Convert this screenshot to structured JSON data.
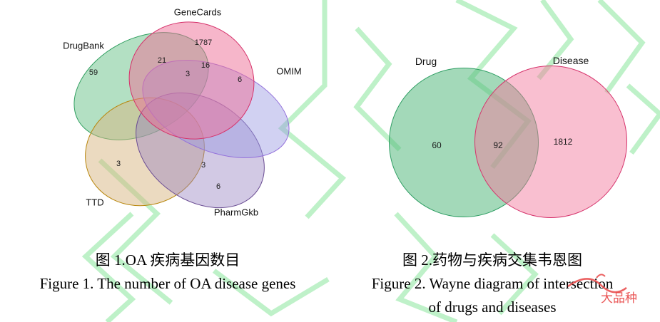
{
  "figure1": {
    "set_labels": {
      "genecards": "GeneCards",
      "drugbank": "DrugBank",
      "omim": "OMIM",
      "ttd": "TTD",
      "pharmgkb": "PharmGkb"
    },
    "values": {
      "drugbank_only": "59",
      "drugbank_genecards": "21",
      "genecards_only": "1787",
      "genecards_omim": "16",
      "center_top": "3",
      "omim_only": "6",
      "ttd_only": "3",
      "center_bottom": "3",
      "pharmgkb_only": "6"
    },
    "caption_zh": "图 1.OA 疾病基因数目",
    "caption_en": "Figure 1. The number of OA disease genes"
  },
  "figure2": {
    "set_labels": {
      "drug": "Drug",
      "disease": "Disease"
    },
    "values": {
      "drug_only": "60",
      "intersection": "92",
      "disease_only": "1812"
    },
    "caption_zh": "图 2.药物与疾病交集韦恩图",
    "caption_en_line1": "Figure 2. Wayne diagram of intersection",
    "caption_en_line2": "of drugs and diseases"
  },
  "watermark": {
    "pattern_color": "#8ae69c",
    "brand_text": "大品种",
    "brand_color": "#e84545"
  },
  "chart_data": [
    {
      "type": "venn",
      "title": "图 1.OA 疾病基因数目 / Figure 1. The number of OA disease genes",
      "sets": [
        "DrugBank",
        "GeneCards",
        "OMIM",
        "TTD",
        "PharmGkb"
      ],
      "set_colors": {
        "DrugBank": "#2f9e5f",
        "GeneCards": "#d6336c",
        "OMIM": "#9370db",
        "TTD": "#b8860b",
        "PharmGkb": "#6a4c93"
      },
      "regions": [
        {
          "sets": [
            "DrugBank"
          ],
          "value": 59
        },
        {
          "sets": [
            "GeneCards"
          ],
          "value": 1787
        },
        {
          "sets": [
            "OMIM"
          ],
          "value": 6
        },
        {
          "sets": [
            "TTD"
          ],
          "value": 3
        },
        {
          "sets": [
            "PharmGkb"
          ],
          "value": 6
        },
        {
          "sets": [
            "DrugBank",
            "GeneCards"
          ],
          "value": 21
        },
        {
          "sets": [
            "GeneCards",
            "OMIM"
          ],
          "value": 16
        },
        {
          "sets": [
            "DrugBank",
            "GeneCards",
            "OMIM"
          ],
          "value": 3
        },
        {
          "sets": [
            "GeneCards",
            "TTD",
            "PharmGkb"
          ],
          "value": 3
        }
      ]
    },
    {
      "type": "venn",
      "title": "图 2.药物与疾病交集韦恩图 / Figure 2. Wayne diagram of intersection of drugs and diseases",
      "sets": [
        "Drug",
        "Disease"
      ],
      "set_colors": {
        "Drug": "#2e9e63",
        "Disease": "#d6336c"
      },
      "regions": [
        {
          "sets": [
            "Drug"
          ],
          "value": 60
        },
        {
          "sets": [
            "Drug",
            "Disease"
          ],
          "value": 92
        },
        {
          "sets": [
            "Disease"
          ],
          "value": 1812
        }
      ]
    }
  ]
}
